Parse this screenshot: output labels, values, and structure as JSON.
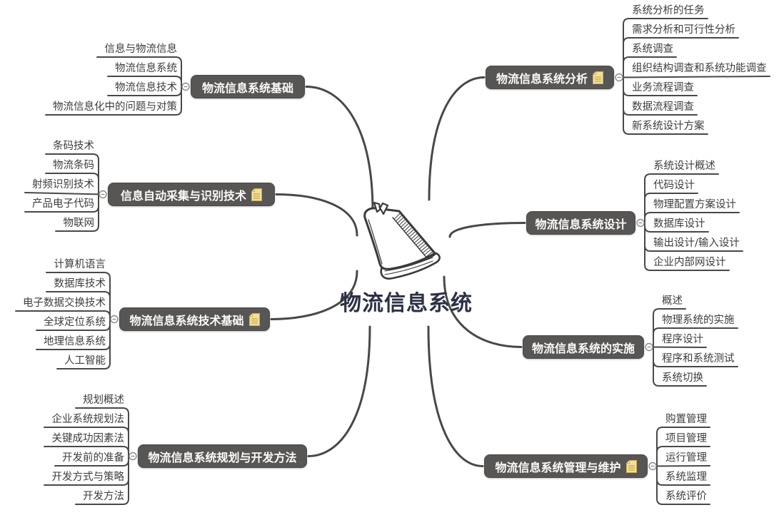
{
  "central": {
    "title": "物流信息系统",
    "icon": "book-icon"
  },
  "branches": [
    {
      "id": "foundation",
      "side": "left",
      "label": "物流信息系统基础",
      "has_doc_icon": false,
      "children": [
        "信息与物流信息",
        "物流信息系统",
        "物流信息技术",
        "物流信息化中的问题与对策"
      ]
    },
    {
      "id": "auto-capture",
      "side": "left",
      "label": "信息自动采集与识别技术",
      "has_doc_icon": true,
      "children": [
        "条码技术",
        "物流条码",
        "射频识别技术",
        "产品电子代码",
        "物联网"
      ]
    },
    {
      "id": "tech-foundation",
      "side": "left",
      "label": "物流信息系统技术基础",
      "has_doc_icon": true,
      "children": [
        "计算机语言",
        "数据库技术",
        "电子数据交换技术",
        "全球定位系统",
        "地理信息系统",
        "人工智能"
      ]
    },
    {
      "id": "planning-development",
      "side": "left",
      "label": "物流信息系统规划与开发方法",
      "has_doc_icon": false,
      "children": [
        "规划概述",
        "企业系统规划法",
        "关键成功因素法",
        "开发前的准备",
        "开发方式与策略",
        "开发方法"
      ]
    },
    {
      "id": "analysis",
      "side": "right",
      "label": "物流信息系统分析",
      "has_doc_icon": true,
      "children": [
        "系统分析的任务",
        "需求分析和可行性分析",
        "系统调查",
        "组织结构调查和系统功能调查",
        "业务流程调查",
        "数据流程调查",
        "新系统设计方案"
      ]
    },
    {
      "id": "design",
      "side": "right",
      "label": "物流信息系统设计",
      "has_doc_icon": false,
      "children": [
        "系统设计概述",
        "代码设计",
        "物理配置方案设计",
        "数据库设计",
        "输出设计/输入设计",
        "企业内部网设计"
      ]
    },
    {
      "id": "implementation",
      "side": "right",
      "label": "物流信息系统的实施",
      "has_doc_icon": false,
      "children": [
        "概述",
        "物理系统的实施",
        "程序设计",
        "程序和系统测试",
        "系统切换"
      ]
    },
    {
      "id": "management-maintenance",
      "side": "right",
      "label": "物流信息系统管理与维护",
      "has_doc_icon": true,
      "children": [
        "购置管理",
        "项目管理",
        "运行管理",
        "系统监理",
        "系统评价"
      ]
    }
  ],
  "colors": {
    "node_bg": "#585655",
    "node_text": "#FBFAF8",
    "line": "#4A4846",
    "child_text": "#3D3D3D",
    "central_title": "#2C3145",
    "doc_icon_fill": "#F3DE9B",
    "doc_icon_stroke": "#C9AC55",
    "collapse_circle_stroke": "#8A8A8A"
  }
}
